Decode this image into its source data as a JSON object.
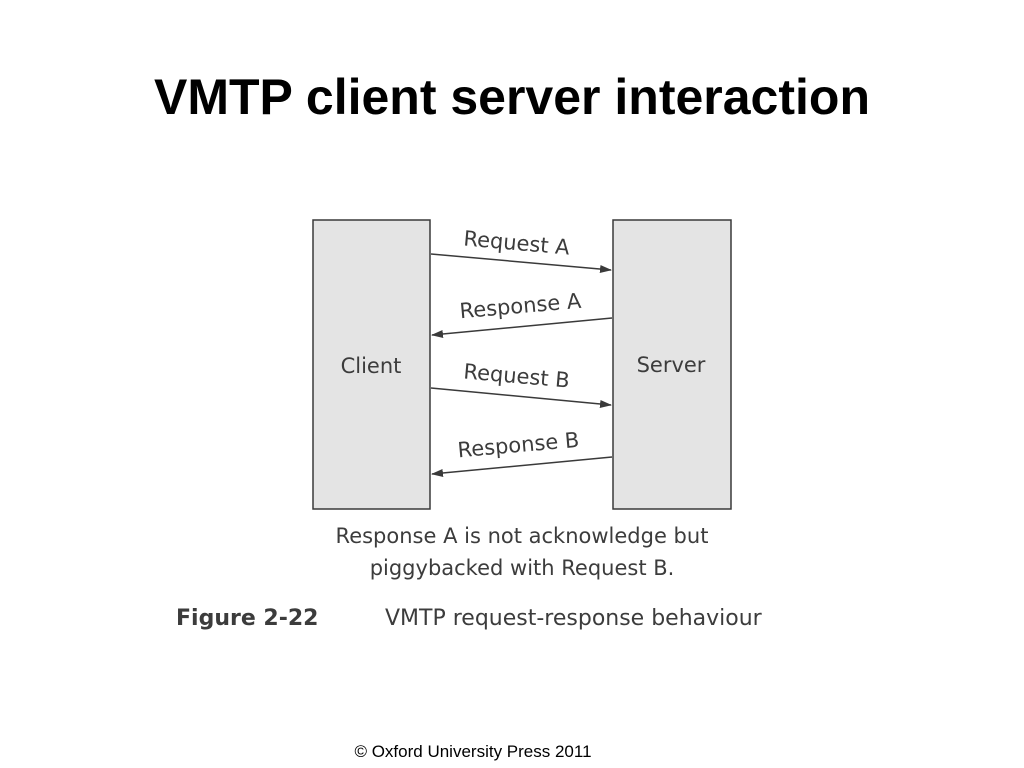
{
  "slide": {
    "title": "VMTP client server interaction",
    "footer": "© Oxford University Press 2011"
  },
  "diagram": {
    "nodes": {
      "client": "Client",
      "server": "Server"
    },
    "messages": [
      {
        "label": "Request A",
        "from": "client",
        "to": "server"
      },
      {
        "label": "Response A",
        "from": "server",
        "to": "client"
      },
      {
        "label": "Request B",
        "from": "client",
        "to": "server"
      },
      {
        "label": "Response B",
        "from": "server",
        "to": "client"
      }
    ],
    "note_lines": [
      "Response A is not acknowledge but",
      "piggybacked with Request B."
    ],
    "caption": {
      "number": "Figure 2-22",
      "text": "VMTP request-response behaviour"
    },
    "colors": {
      "box_fill": "#e4e4e4",
      "stroke": "#3a3a3a",
      "text": "#3c3c3c"
    }
  }
}
